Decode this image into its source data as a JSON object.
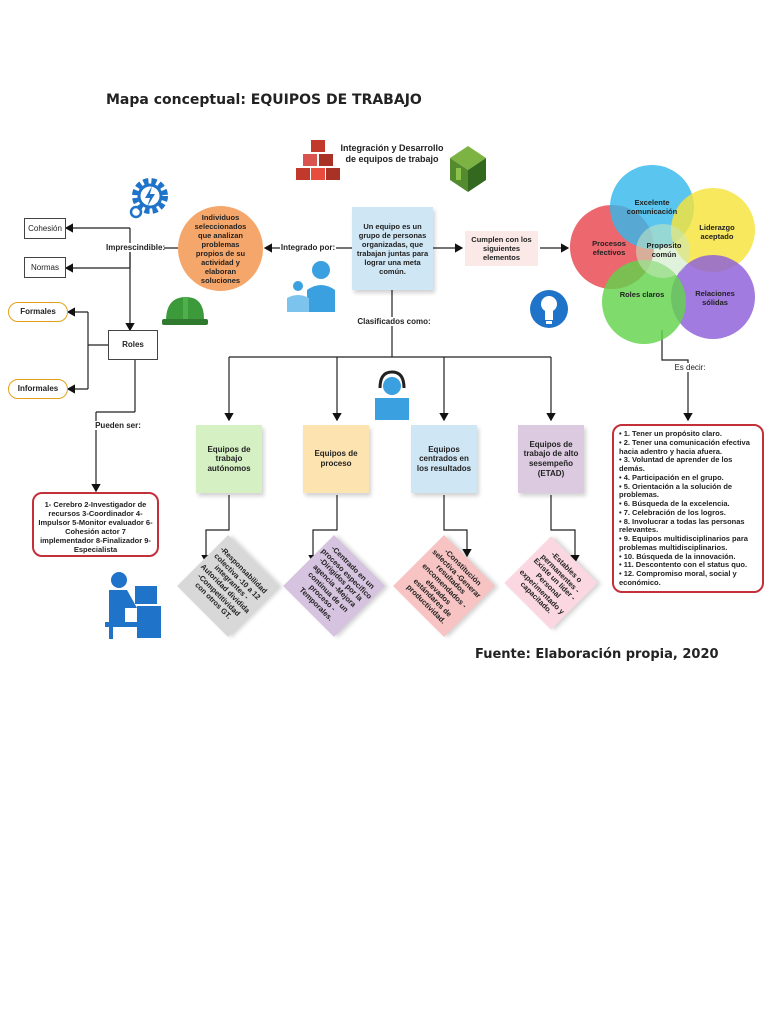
{
  "title": "Mapa conceptual: EQUIPOS DE TRABAJO",
  "header": "Integración y Desarrollo de equipos de trabajo",
  "central": "Un equipo es un grupo de personas organizadas, que trabajan juntas para lograr una meta común.",
  "individuos": "Individuos seleccionados que analizan problemas propios de su actividad y elaboran soluciones",
  "integrado_por": "Integrado por:",
  "imprescindible": "Imprescindible:",
  "cohesion": "Cohesión",
  "normas": "Normas",
  "roles": "Roles",
  "formales": "Formales",
  "informales": "Informales",
  "pueden_ser": "Pueden ser:",
  "roles_list": "1- Cerebro 2-Investigador de recursos 3-Coordinador 4-Impulsor 5-Monitor evaluador 6-Cohesión actor 7 implementador 8-Finalizador 9-Especialista",
  "cumplen": "Cumplen con los siguientes elementos",
  "clasificados": "Clasificados como:",
  "es_decir": "Es decir:",
  "circles": {
    "comunicacion": "Excelente comunicación",
    "liderazgo": "Liderazgo aceptado",
    "procesos": "Procesos efectivos",
    "proposito": "Proposito común",
    "roles_claros": "Roles claros",
    "relaciones": "Relaciones sólidas"
  },
  "types": [
    {
      "label": "Equipos de trabajo autónomos",
      "detail": "-Responsabilidad colectiva -10 a 12 integrantes -Autoridad dividida -Competitividad con otros GT."
    },
    {
      "label": "Equipos de proceso",
      "detail": "-Centrado en un proceso específico -Dirigidos por la agencia -Mejora continua de un proceso -Temporales."
    },
    {
      "label": "Equipos centrados en los resultados",
      "detail": "-Constitución selectiva -Generar resultados encomendados -elevados estándares de productividad."
    },
    {
      "label": "Equipos de trabajo de alto sesempeño (ETAD)",
      "detail": "-Estables o permanentes -Existe un líder -Personal experimentado y capacitado."
    }
  ],
  "elements_list": [
    "• 1. Tener un propósito claro.",
    "• 2. Tener una comunicación efectiva hacia adentro y hacia afuera.",
    "• 3. Voluntad de aprender de los demás.",
    "• 4. Participación en el grupo.",
    "• 5. Orientación a la solución de problemas.",
    "• 6. Búsqueda de la excelencia.",
    "• 7. Celebración de los logros.",
    "• 8. Involucrar a todas las personas relevantes.",
    "• 9. Equipos multidisciplinarios para problemas multidisciplinarios.",
    "• 10. Búsqueda de la innovación.",
    "• 11. Descontento con el status quo.",
    "• 12. Compromiso moral, social y económico."
  ],
  "fuente": "Fuente: Elaboración propia, 2020",
  "colors": {
    "central": "#cfe6f4",
    "individuos": "#f5a66a",
    "cumplen": "#fbe9e8",
    "type1": "#d5f0c3",
    "type2": "#fde3b0",
    "type3": "#cfe6f4",
    "type4": "#dccbe0",
    "detail1": "#d8d8d8",
    "detail2": "#d6c3df",
    "detail3": "#f7c3c3",
    "detail4": "#fbd7e2",
    "circle_blue": "#36b8ea",
    "circle_yellow": "#f7e339",
    "circle_red": "#e8454e",
    "circle_green": "#62d34c",
    "circle_purple": "#8c5ed8",
    "icon_blue": "#1f73c8"
  },
  "icons": [
    "gear-bolt-icon",
    "hardhat-icon",
    "red-cubes-icon",
    "green-box-icon",
    "team-people-icon",
    "person-headset-icon",
    "lightbulb-icon",
    "person-computer-icon"
  ]
}
